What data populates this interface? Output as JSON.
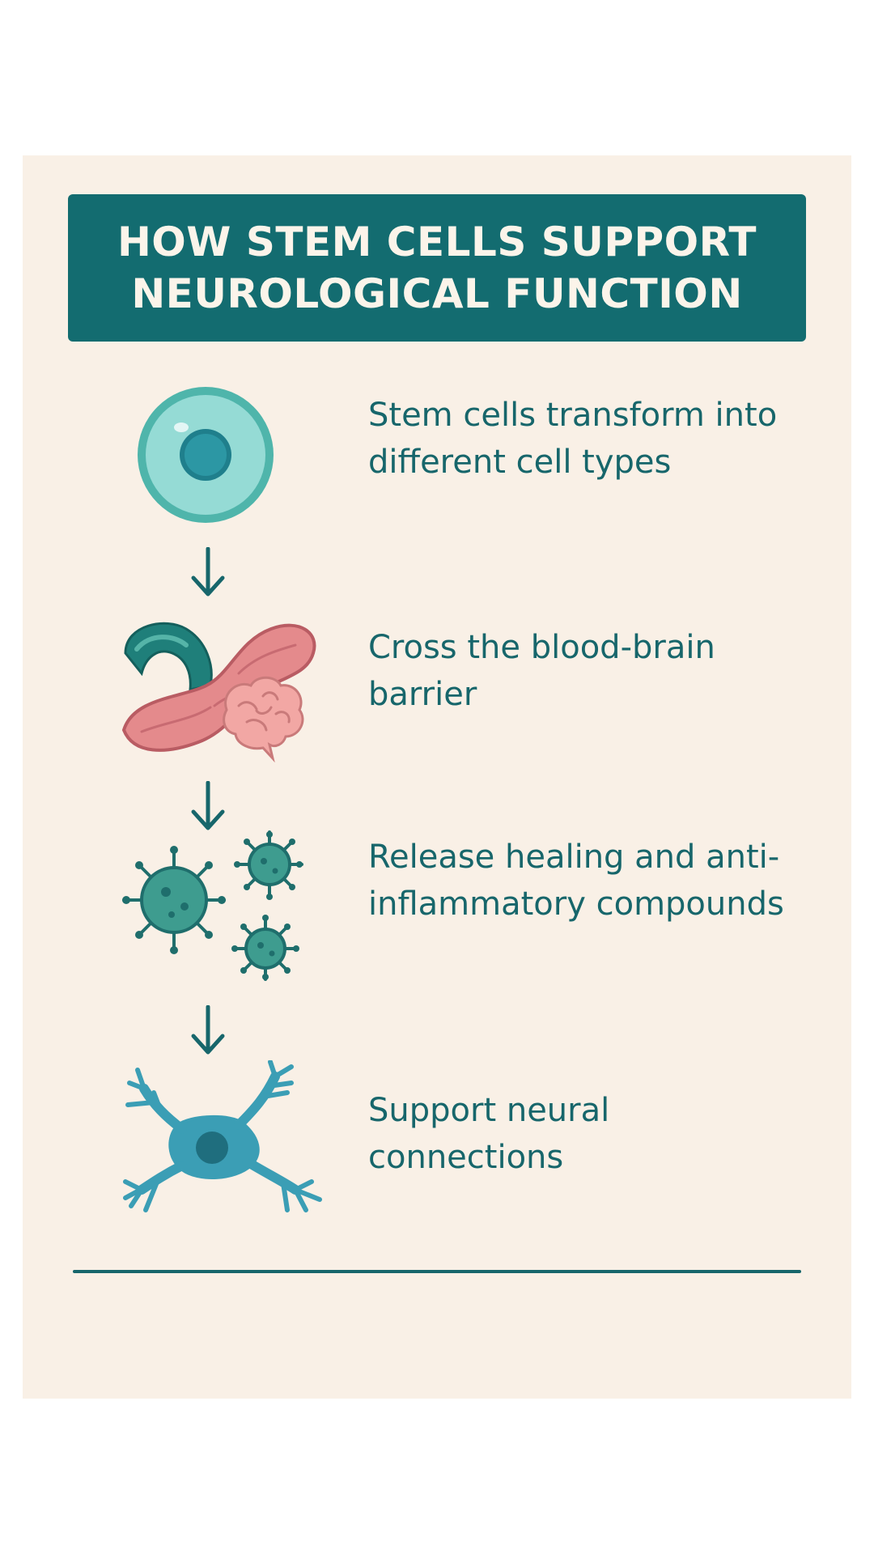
{
  "title": "HOW STEM CELLS SUPPORT NEUROLOGICAL FUNCTION",
  "steps": [
    {
      "icon": "stem-cell-icon",
      "text": "Stem cells transform into different cell types"
    },
    {
      "icon": "blood-vessel-brain-icon",
      "text": "Cross the blood-brain barrier"
    },
    {
      "icon": "healing-compounds-icon",
      "text": "Release healing and anti-inflammatory compounds"
    },
    {
      "icon": "neuron-icon",
      "text": "Support neural connections"
    }
  ],
  "colors": {
    "teal": "#136c70",
    "cream": "#f9f0e6",
    "cell_light": "#8fd6cf",
    "cell_core": "#2a8f9a",
    "vessel_pink": "#e48a8c",
    "brain_pink": "#f2a7a4",
    "neuron_blue": "#3b9eb5"
  }
}
